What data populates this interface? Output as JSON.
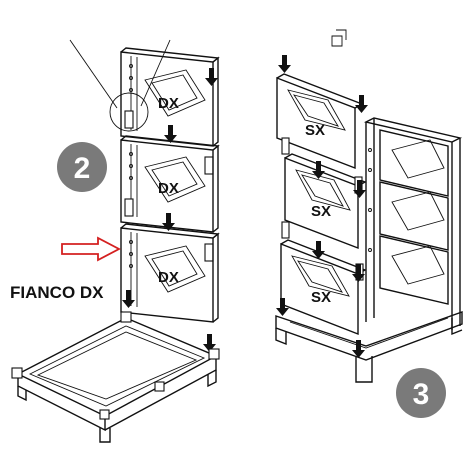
{
  "left_assembly": {
    "panel_labels": [
      "DX",
      "DX",
      "DX"
    ],
    "side_label": "FIANCO DX",
    "step_number": "2"
  },
  "right_assembly": {
    "panel_labels": [
      "SX",
      "SX",
      "SX"
    ],
    "step_number": "3"
  },
  "colors": {
    "step_badge": "#7a7a7a",
    "indicator_arrow": "#d42020",
    "line": "#111111"
  }
}
